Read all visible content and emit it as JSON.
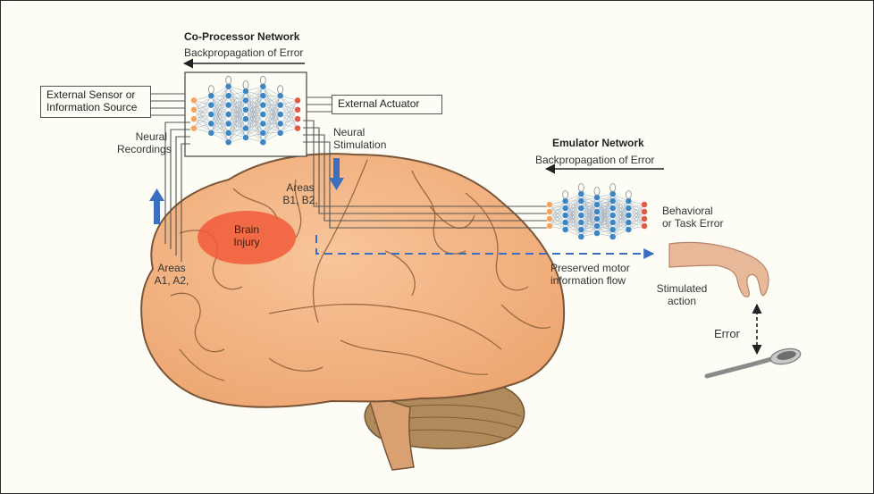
{
  "coprocessor": {
    "title": "Co-Processor Network",
    "backprop": "Backpropagation of Error"
  },
  "emulator": {
    "title": "Emulator Network",
    "backprop": "Backpropagation of Error"
  },
  "boxes": {
    "sensor_line1": "External Sensor or",
    "sensor_line2": "Information Source",
    "actuator": "External Actuator"
  },
  "labels": {
    "neural_recordings_1": "Neural",
    "neural_recordings_2": "Recordings",
    "neural_stimulation_1": "Neural",
    "neural_stimulation_2": "Stimulation",
    "areas_b_1": "Areas",
    "areas_b_2": "B1, B2,",
    "areas_a_1": "Areas",
    "areas_a_2": "A1, A2,",
    "brain_injury_1": "Brain",
    "brain_injury_2": "Injury",
    "behavioral_1": "Behavioral",
    "behavioral_2": "or Task Error",
    "preserved_1": "Preserved motor",
    "preserved_2": "information flow",
    "stimulated_1": "Stimulated",
    "stimulated_2": "action",
    "error": "Error"
  },
  "colors": {
    "brain": "#f2b482",
    "injury": "#f15a3a",
    "arrow_blue": "#3d6fc0",
    "node_blue": "#3d86c4",
    "node_orange": "#f4a460",
    "node_red": "#e05a4a"
  }
}
